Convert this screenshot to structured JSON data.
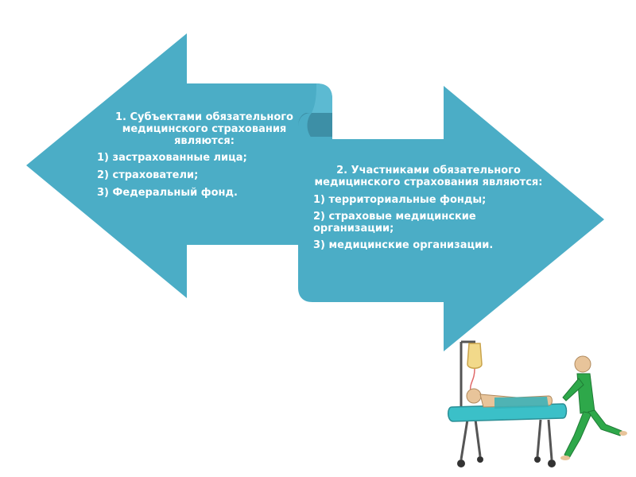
{
  "colors": {
    "arrow_fill": "#4BADC6",
    "scroll_dark": "#3D8FA6",
    "skin": "#E8C49A",
    "nurse": "#2EA84A",
    "stretcher": "#3BC0C8"
  },
  "left_arrow": {
    "heading": "1. Субъектами обязательного медицинского страхования являются:",
    "items": [
      "1) застрахованные лица;",
      "2) страхователи;",
      "3) Федеральный фонд."
    ]
  },
  "right_arrow": {
    "heading": "2. Участниками обязательного медицинского страхования являются:",
    "items": [
      "1) территориальные фонды;",
      "2) страховые медицинские организации;",
      "3) медицинские организации."
    ]
  },
  "illustration": {
    "icon": "stretcher-with-patient-and-nurse-icon"
  }
}
